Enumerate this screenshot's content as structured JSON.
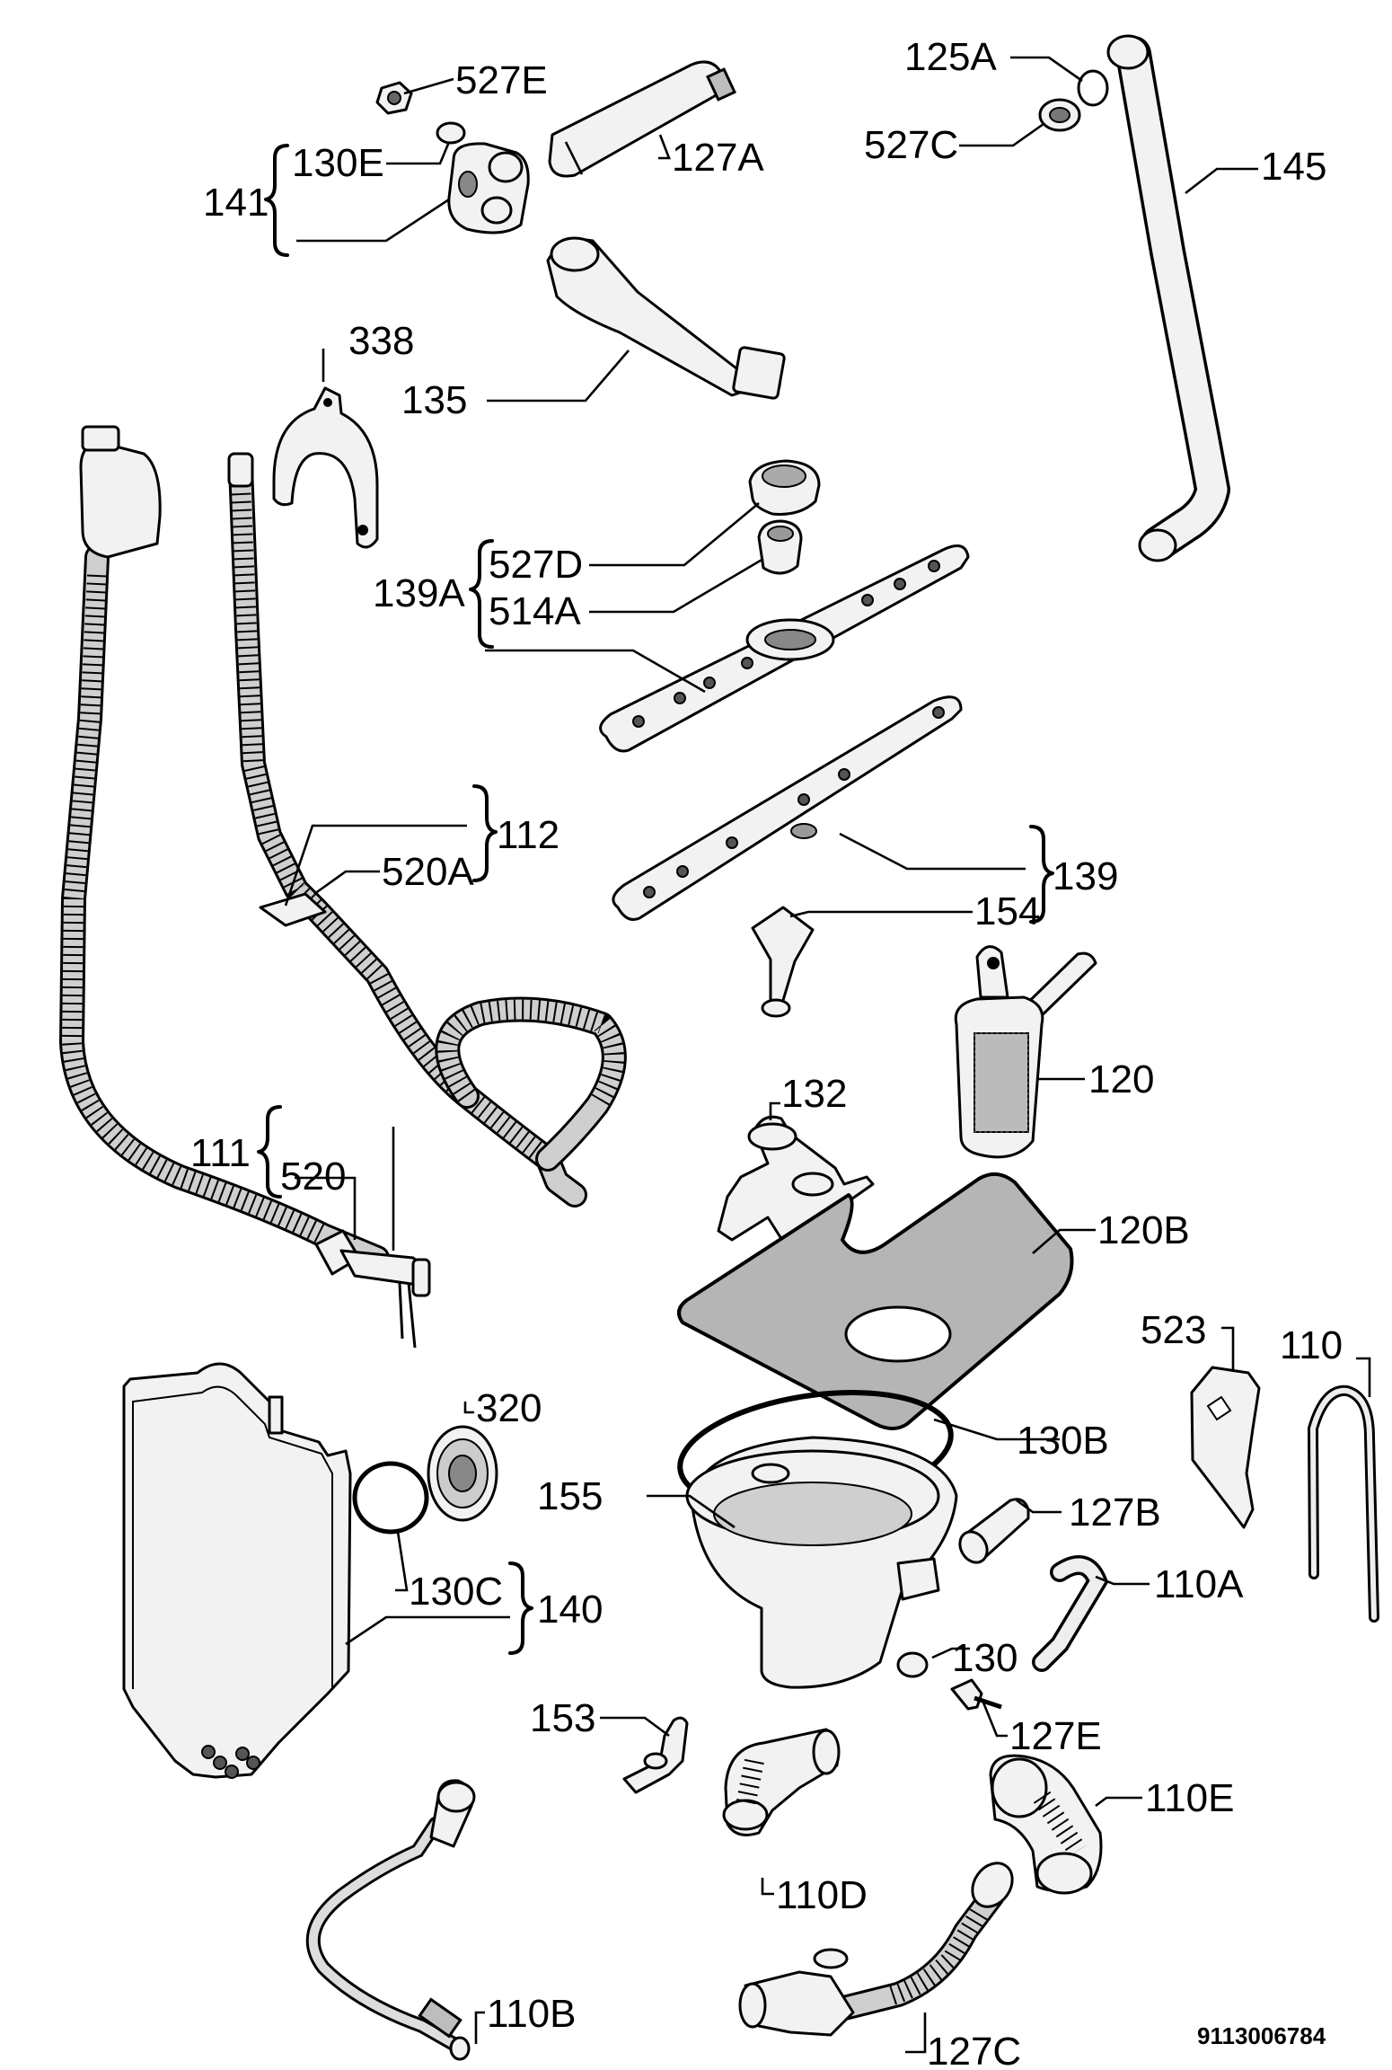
{
  "diagram_code": "9113006784",
  "labels": {
    "p527E": "527E",
    "p130E": "130E",
    "p127A": "127A",
    "p141": "141",
    "p135": "135",
    "p338": "338",
    "p125A": "125A",
    "p527C": "527C",
    "p145": "145",
    "p527D": "527D",
    "p514A": "514A",
    "p139A": "139A",
    "p112": "112",
    "p520A": "520A",
    "p139": "139",
    "p154": "154",
    "p120": "120",
    "p132": "132",
    "p111": "111",
    "p520": "520",
    "p120B": "120B",
    "p523": "523",
    "p110": "110",
    "p320": "320",
    "p130B": "130B",
    "p155": "155",
    "p127B": "127B",
    "p130C": "130C",
    "p140": "140",
    "p110A": "110A",
    "p130": "130",
    "p153": "153",
    "p127E": "127E",
    "p110E": "110E",
    "p110D": "110D",
    "p110B": "110B",
    "p127C": "127C"
  },
  "icons": [
    "exploded-parts-diagram",
    "dishwasher-hydraulic-circuit"
  ]
}
